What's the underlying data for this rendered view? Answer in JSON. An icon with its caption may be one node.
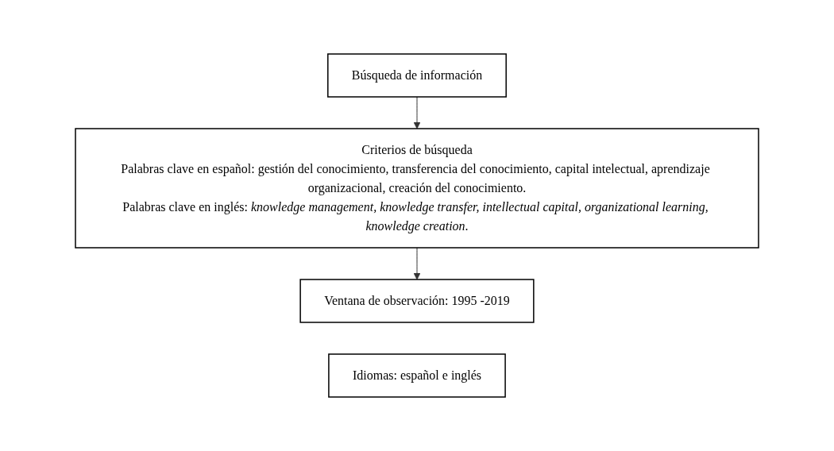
{
  "diagram": {
    "nodes": [
      {
        "text": [
          "Búsqueda de información"
        ]
      },
      {
        "text": [
          "Criterios de búsqueda",
          "Palabras clave en español: gestión del conocimiento, transferencia del conocimiento, capital intelectual, aprendizaje organizacional, creación del conocimiento.",
          "Palabras clave en inglés: *knowledge management, knowledge transfer, intellectual capital, organizational learning, knowledge creation*."
        ]
      },
      {
        "text": [
          "Ventana de observación: 1995 -2019"
        ]
      },
      {
        "text": [
          "Idiomas: español e inglés"
        ]
      }
    ],
    "edges": [
      {
        "from": 0,
        "to": 1,
        "arrow": "to"
      },
      {
        "from": 1,
        "to": 2,
        "arrow": "to"
      }
    ]
  }
}
